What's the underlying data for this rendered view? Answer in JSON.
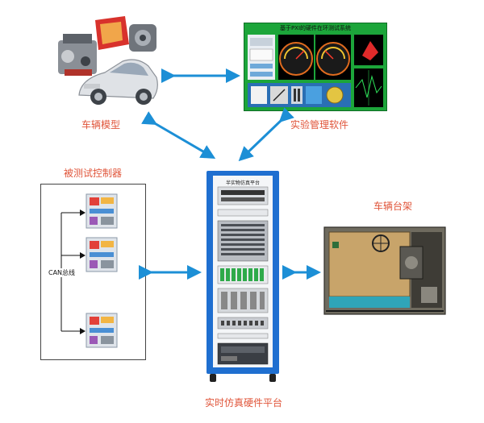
{
  "labels": {
    "vehicle_model": "车辆模型",
    "test_software": "实验管理软件",
    "controller": "被测试控制器",
    "bench": "车辆台架",
    "platform": "实时仿真硬件平台"
  },
  "software_screen": {
    "title": "基于PXI的硬件在环测试系统"
  },
  "rack": {
    "header": "半实物仿真平台"
  },
  "controller_panel": {
    "bus_label": "CAN总线"
  },
  "colors": {
    "arrow": "#1c8fd6",
    "label": "#e0553a",
    "rack_frame": "#1f6fd0",
    "screen_bg": "#1ca53a"
  }
}
